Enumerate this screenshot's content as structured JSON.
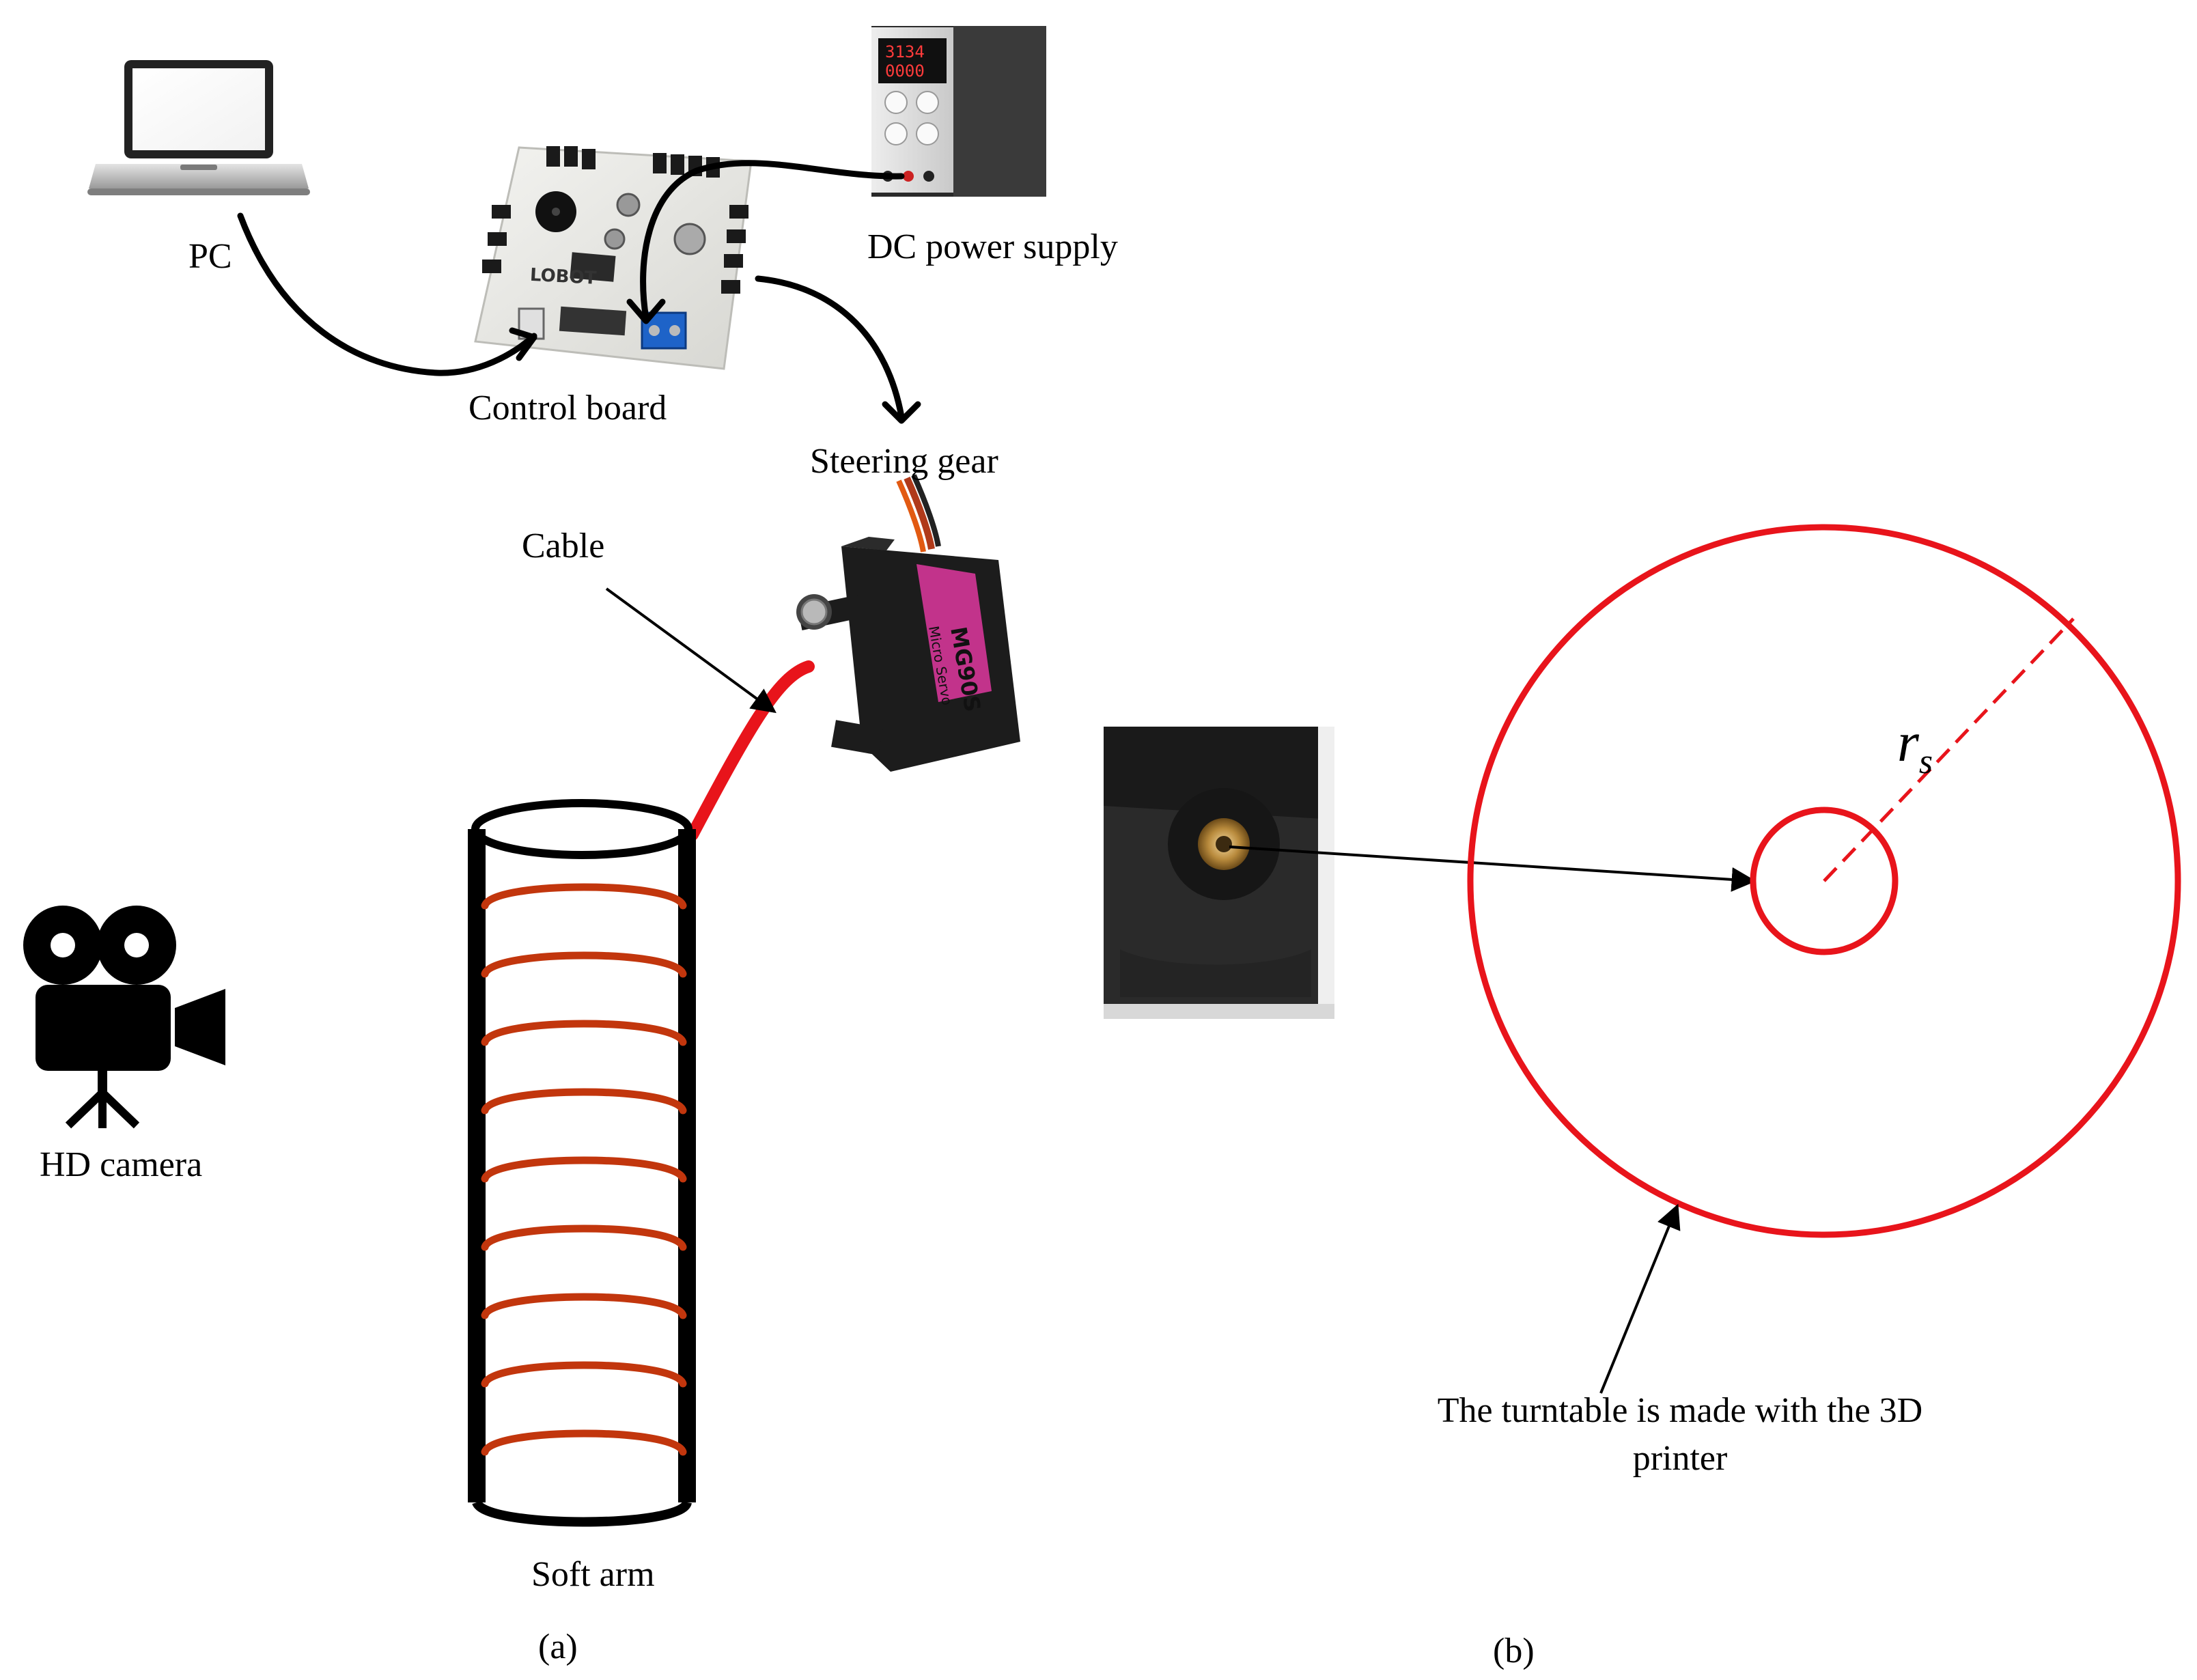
{
  "labels": {
    "pc": "PC",
    "dc_power_supply": "DC power supply",
    "control_board": "Control board",
    "steering_gear": "Steering gear",
    "cable": "Cable",
    "hd_camera": "HD camera",
    "soft_arm": "Soft arm",
    "panel_a": "(a)",
    "panel_b": "(b)",
    "turntable_line1": "The turntable is  made with the 3D",
    "turntable_line2": "printer",
    "radius_symbol": "r",
    "radius_subscript": "s"
  },
  "device_text": {
    "servo_model": "MG90S",
    "servo_sub": "Micro Servo",
    "board_brand": "LOBOT",
    "psu_readout_1": "3134",
    "psu_readout_2": "0000"
  },
  "colors": {
    "red_accent": "#e8141b",
    "coil_orange": "#c2360d",
    "black": "#000000",
    "servo_pink": "#c2338b"
  },
  "icons": [
    "laptop-icon",
    "power-supply-icon",
    "control-board-icon",
    "servo-motor-icon",
    "video-camera-icon"
  ]
}
